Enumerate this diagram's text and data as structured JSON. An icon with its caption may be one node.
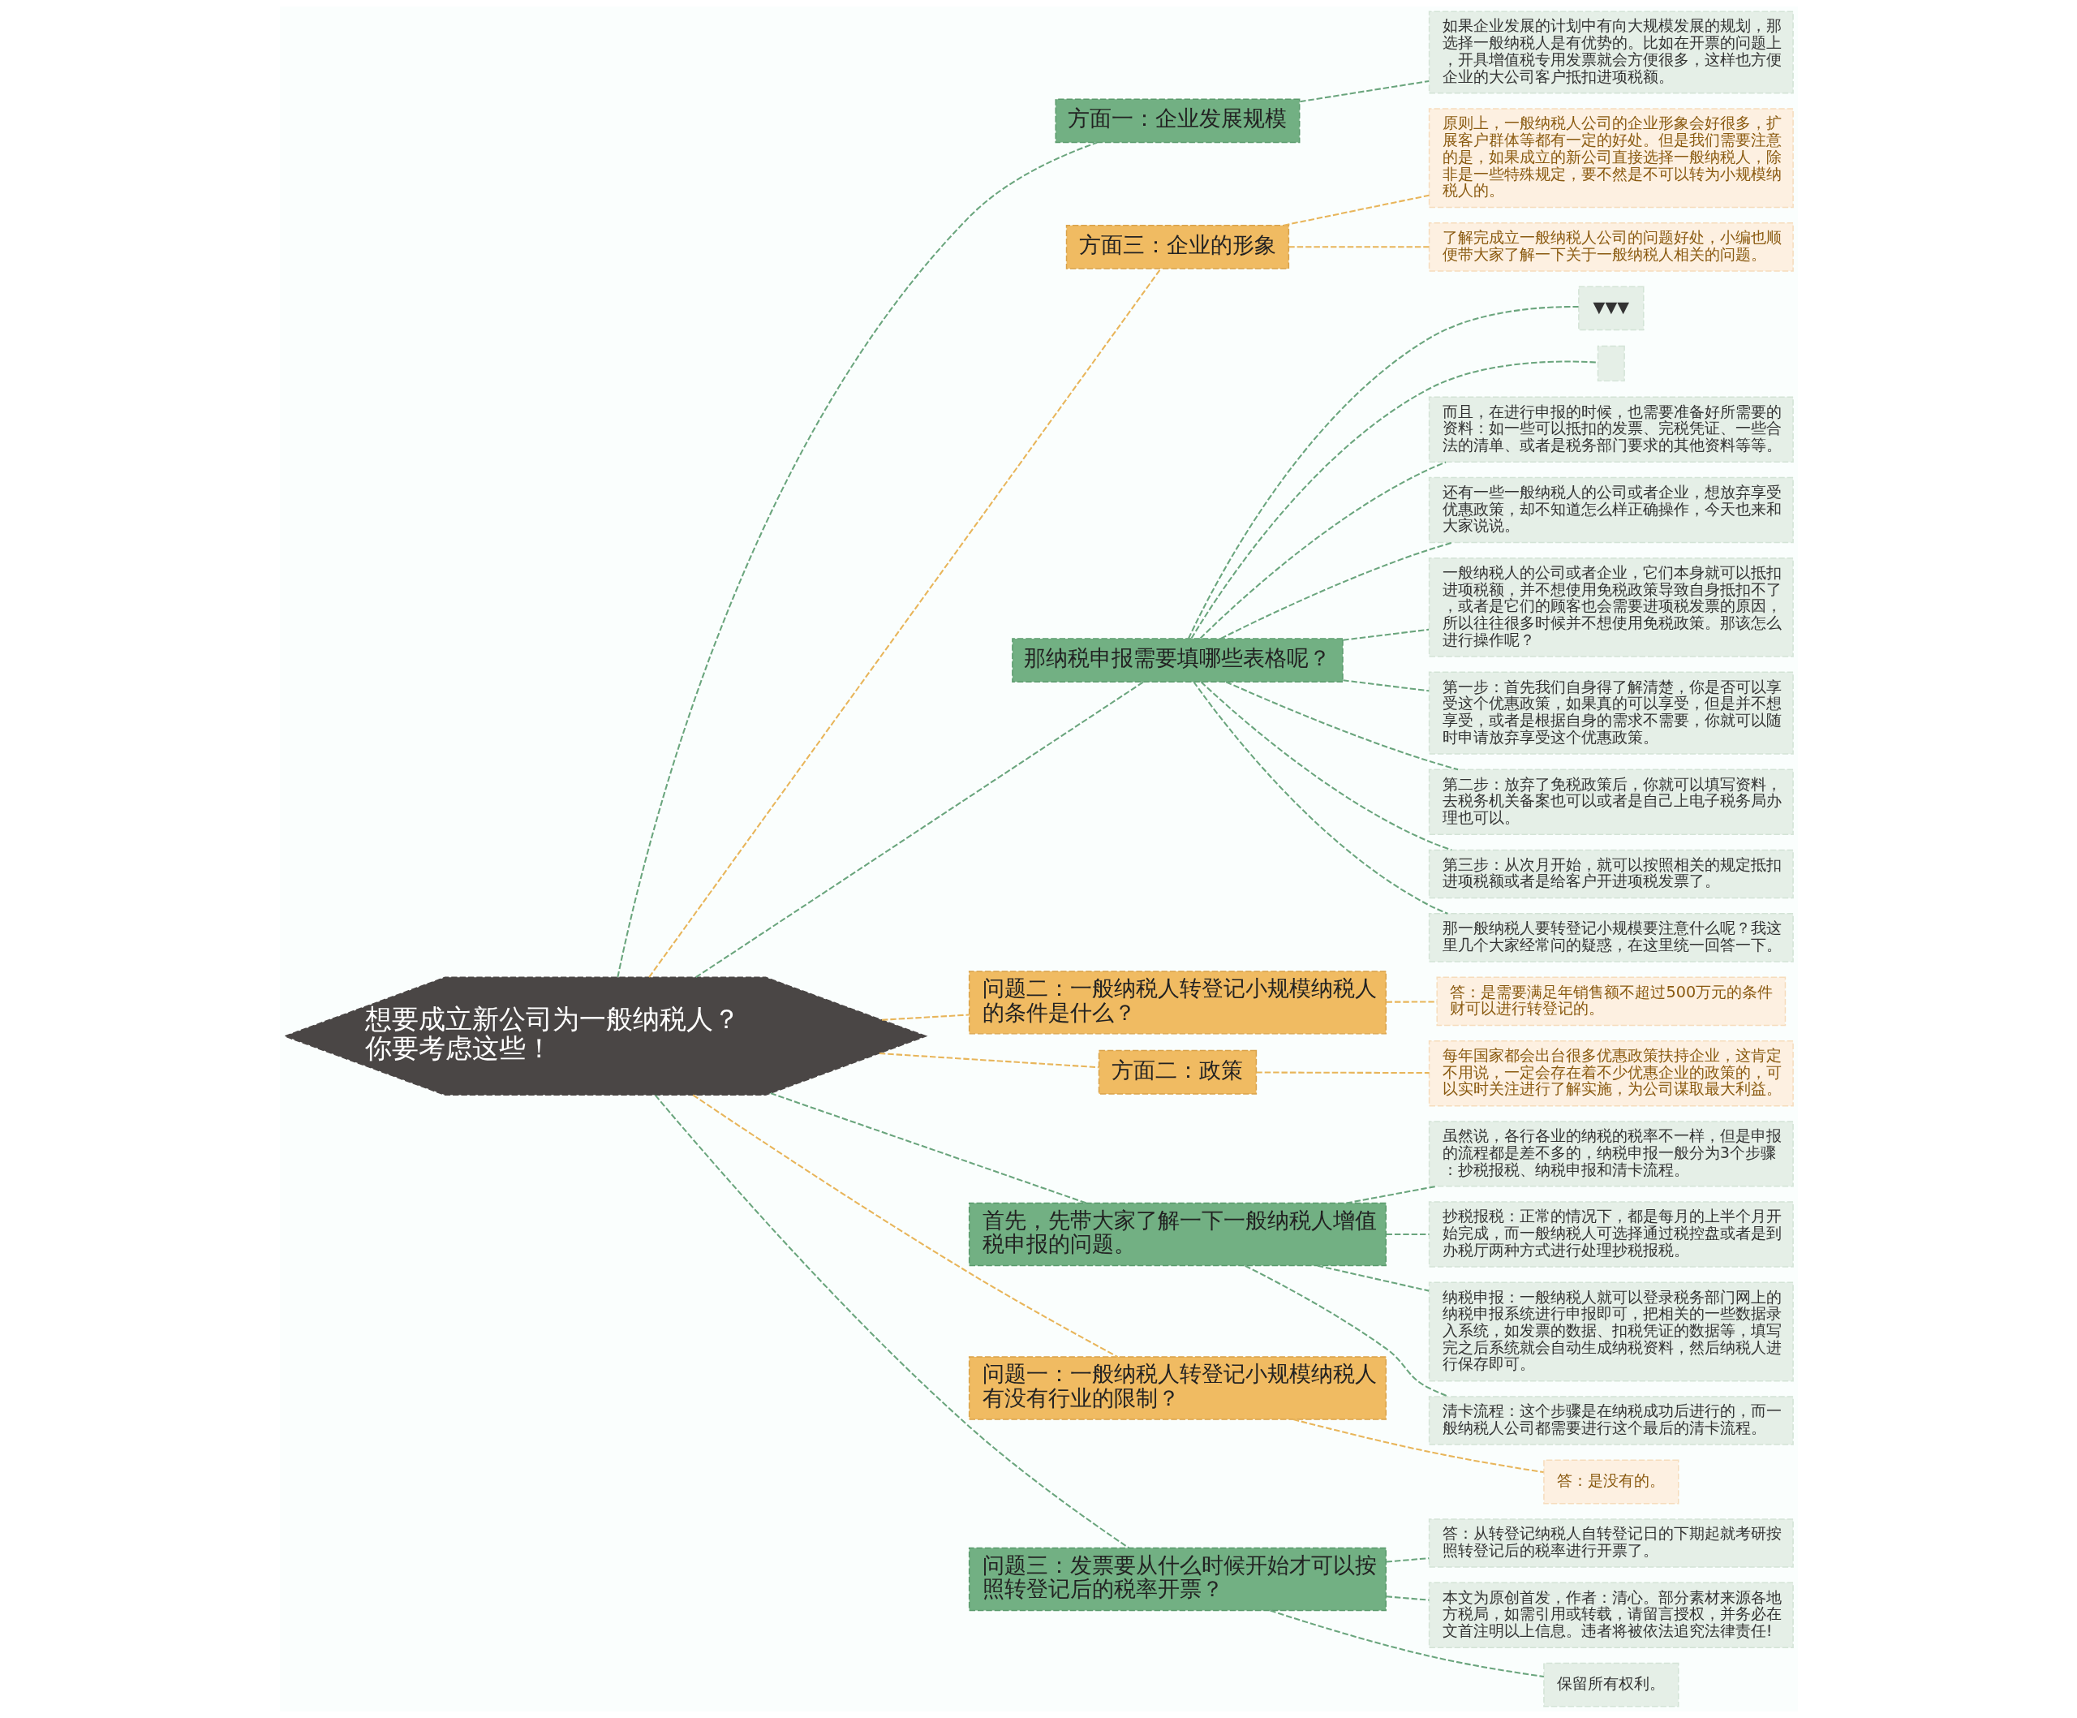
{
  "diagram": {
    "nodes": [
      {
        "text": [
          "想要成立新公司为一般纳税人？你要考虑这些！"
        ]
      },
      {
        "text": [
          "方面一：企业发展规模"
        ]
      },
      {
        "text": [
          "如果企业发展的计划中有向大规模发展的规划，那选择一般纳税人是有优势的。比如在开票的问题上，开具增值税专用发票就会方便很多，这样也方便企业的大公司客户抵扣进项税额。"
        ]
      },
      {
        "text": [
          "方面三：企业的形象"
        ]
      },
      {
        "text": [
          "原则上，一般纳税人公司的企业形象会好很多，扩展客户群体等都有一定的好处。但是我们需要注意的是，如果成立的新公司直接选择一般纳税人，除非是一些特殊规定，要不然是不可以转为小规模纳税人的。"
        ]
      },
      {
        "text": [
          "了解完成立一般纳税人公司的问题好处，小编也顺便带大家了解一下关于一般纳税人相关的问题。"
        ]
      },
      {
        "text": [
          "那纳税申报需要填哪些表格呢？"
        ]
      },
      {
        "text": [
          "▼▼▼"
        ]
      },
      {
        "text": [],
        "shape": "box"
      },
      {
        "text": [
          "而且，在进行申报的时候，也需要准备好所需要的资料：如一些可以抵扣的发票、完税凭证、一些合法的清单、或者是税务部门要求的其他资料等等。"
        ]
      },
      {
        "text": [
          "还有一些一般纳税人的公司或者企业，想放弃享受优惠政策，却不知道怎么样正确操作，今天也来和大家说说。"
        ]
      },
      {
        "text": [
          "一般纳税人的公司或者企业，它们本身就可以抵扣进项税额，并不想使用免税政策导致自身抵扣不了，或者是它们的顾客也会需要进项税发票的原因，所以往往很多时候并不想使用免税政策。那该怎么进行操作呢？"
        ]
      },
      {
        "text": [
          "第一步：首先我们自身得了解清楚，你是否可以享受这个优惠政策，如果真的可以享受，但是并不想享受，或者是根据自身的需求不需要，你就可以随时申请放弃享受这个优惠政策。"
        ]
      },
      {
        "text": [
          "第二步：放弃了免税政策后，你就可以填写资料，去税务机关备案也可以或者是自己上电子税务局办理也可以。"
        ]
      },
      {
        "text": [
          "第三步：从次月开始，就可以按照相关的规定抵扣进项税额或者是给客户开进项税发票了。"
        ]
      },
      {
        "text": [
          "那一般纳税人要转登记小规模要注意什么呢？我这里几个大家经常问的疑惑，在这里统一回答一下。"
        ]
      },
      {
        "text": [
          "问题二：一般纳税人转登记小规模纳税人的条件是什么？"
        ]
      },
      {
        "text": [
          "答：是需要满足年销售额不超过500万元的条件财可以进行转登记的。"
        ]
      },
      {
        "text": [
          "方面二：政策"
        ]
      },
      {
        "text": [
          "每年国家都会出台很多优惠政策扶持企业，这肯定不用说，一定会存在着不少优惠企业的政策的，可以实时关注进行了解实施，为公司谋取最大利益。"
        ]
      },
      {
        "text": [
          "首先，先带大家了解一下一般纳税人增值税申报的问题。"
        ]
      },
      {
        "text": [
          "虽然说，各行各业的纳税的税率不一样，但是申报的流程都是差不多的，纳税申报一般分为3个步骤：抄税报税、纳税申报和清卡流程。"
        ]
      },
      {
        "text": [
          "抄税报税：正常的情况下，都是每月的上半个月开始完成，而一般纳税人可选择通过税控盘或者是到办税厅两种方式进行处理抄税报税。"
        ]
      },
      {
        "text": [
          "纳税申报：一般纳税人就可以登录税务部门网上的纳税申报系统进行申报即可，把相关的一些数据录入系统，如发票的数据、扣税凭证的数据等，填写完之后系统就会自动生成纳税资料，然后纳税人进行保存即可。"
        ]
      },
      {
        "text": [
          "清卡流程：这个步骤是在纳税成功后进行的，而一般纳税人公司都需要进行这个最后的清卡流程。"
        ]
      },
      {
        "text": [
          "问题一：一般纳税人转登记小规模纳税人有没有行业的限制？"
        ]
      },
      {
        "text": [
          "答：是没有的。"
        ]
      },
      {
        "text": [
          "问题三：发票要从什么时候开始才可以按照转登记后的税率开票？"
        ]
      },
      {
        "text": [
          "答：从转登记纳税人自转登记日的下期起就考研按照转登记后的税率进行开票了。"
        ]
      },
      {
        "text": [
          "本文为原创首发，作者：清心。部分素材来源各地方税局，如需引用或转载，请留言授权，并务必在文首注明以上信息。违者将被依法追究法律责任!"
        ]
      },
      {
        "text": [
          "保留所有权利。"
        ]
      }
    ],
    "edges": [
      {
        "from": 0,
        "to": 1,
        "arrow": "none",
        "style": "dashed"
      },
      {
        "from": 1,
        "to": 2,
        "arrow": "none",
        "style": "dashed"
      },
      {
        "from": 0,
        "to": 3,
        "arrow": "none",
        "style": "dashed",
        "color": "#e8b55a"
      },
      {
        "from": 3,
        "to": 4,
        "arrow": "none",
        "style": "dashed",
        "color": "#e8b55a"
      },
      {
        "from": 3,
        "to": 5,
        "arrow": "none",
        "style": "dashed",
        "color": "#e8b55a"
      },
      {
        "from": 0,
        "to": 6,
        "arrow": "none",
        "style": "dashed"
      },
      {
        "from": 6,
        "to": 7,
        "arrow": "none",
        "style": "dashed"
      },
      {
        "from": 6,
        "to": 8,
        "arrow": "none",
        "style": "dashed"
      },
      {
        "from": 6,
        "to": 9,
        "arrow": "none",
        "style": "dashed"
      },
      {
        "from": 6,
        "to": 10,
        "arrow": "none",
        "style": "dashed"
      },
      {
        "from": 6,
        "to": 11,
        "arrow": "none",
        "style": "dashed"
      },
      {
        "from": 6,
        "to": 12,
        "arrow": "none",
        "style": "dashed"
      },
      {
        "from": 6,
        "to": 13,
        "arrow": "none",
        "style": "dashed"
      },
      {
        "from": 6,
        "to": 14,
        "arrow": "none",
        "style": "dashed"
      },
      {
        "from": 6,
        "to": 15,
        "arrow": "none",
        "style": "dashed"
      },
      {
        "from": 0,
        "to": 16,
        "arrow": "none",
        "style": "dashed",
        "color": "#e8b55a"
      },
      {
        "from": 16,
        "to": 17,
        "arrow": "none",
        "style": "dashed",
        "color": "#e8b55a"
      },
      {
        "from": 0,
        "to": 18,
        "arrow": "none",
        "style": "dashed",
        "color": "#e8b55a"
      },
      {
        "from": 18,
        "to": 19,
        "arrow": "none",
        "style": "dashed",
        "color": "#e8b55a"
      },
      {
        "from": 0,
        "to": 20,
        "arrow": "none",
        "style": "dashed"
      },
      {
        "from": 20,
        "to": 21,
        "arrow": "none",
        "style": "dashed"
      },
      {
        "from": 20,
        "to": 22,
        "arrow": "none",
        "style": "dashed"
      },
      {
        "from": 20,
        "to": 23,
        "arrow": "none",
        "style": "dashed"
      },
      {
        "from": 20,
        "to": 24,
        "arrow": "none",
        "style": "dashed"
      },
      {
        "from": 0,
        "to": 25,
        "arrow": "none",
        "style": "dashed",
        "color": "#e8b55a"
      },
      {
        "from": 25,
        "to": 26,
        "arrow": "none",
        "style": "dashed",
        "color": "#e8b55a"
      },
      {
        "from": 0,
        "to": 27,
        "arrow": "none",
        "style": "dashed"
      },
      {
        "from": 27,
        "to": 28,
        "arrow": "none",
        "style": "dashed"
      },
      {
        "from": 27,
        "to": 29,
        "arrow": "none",
        "style": "dashed"
      },
      {
        "from": 27,
        "to": 30,
        "arrow": "none",
        "style": "dashed"
      }
    ]
  }
}
